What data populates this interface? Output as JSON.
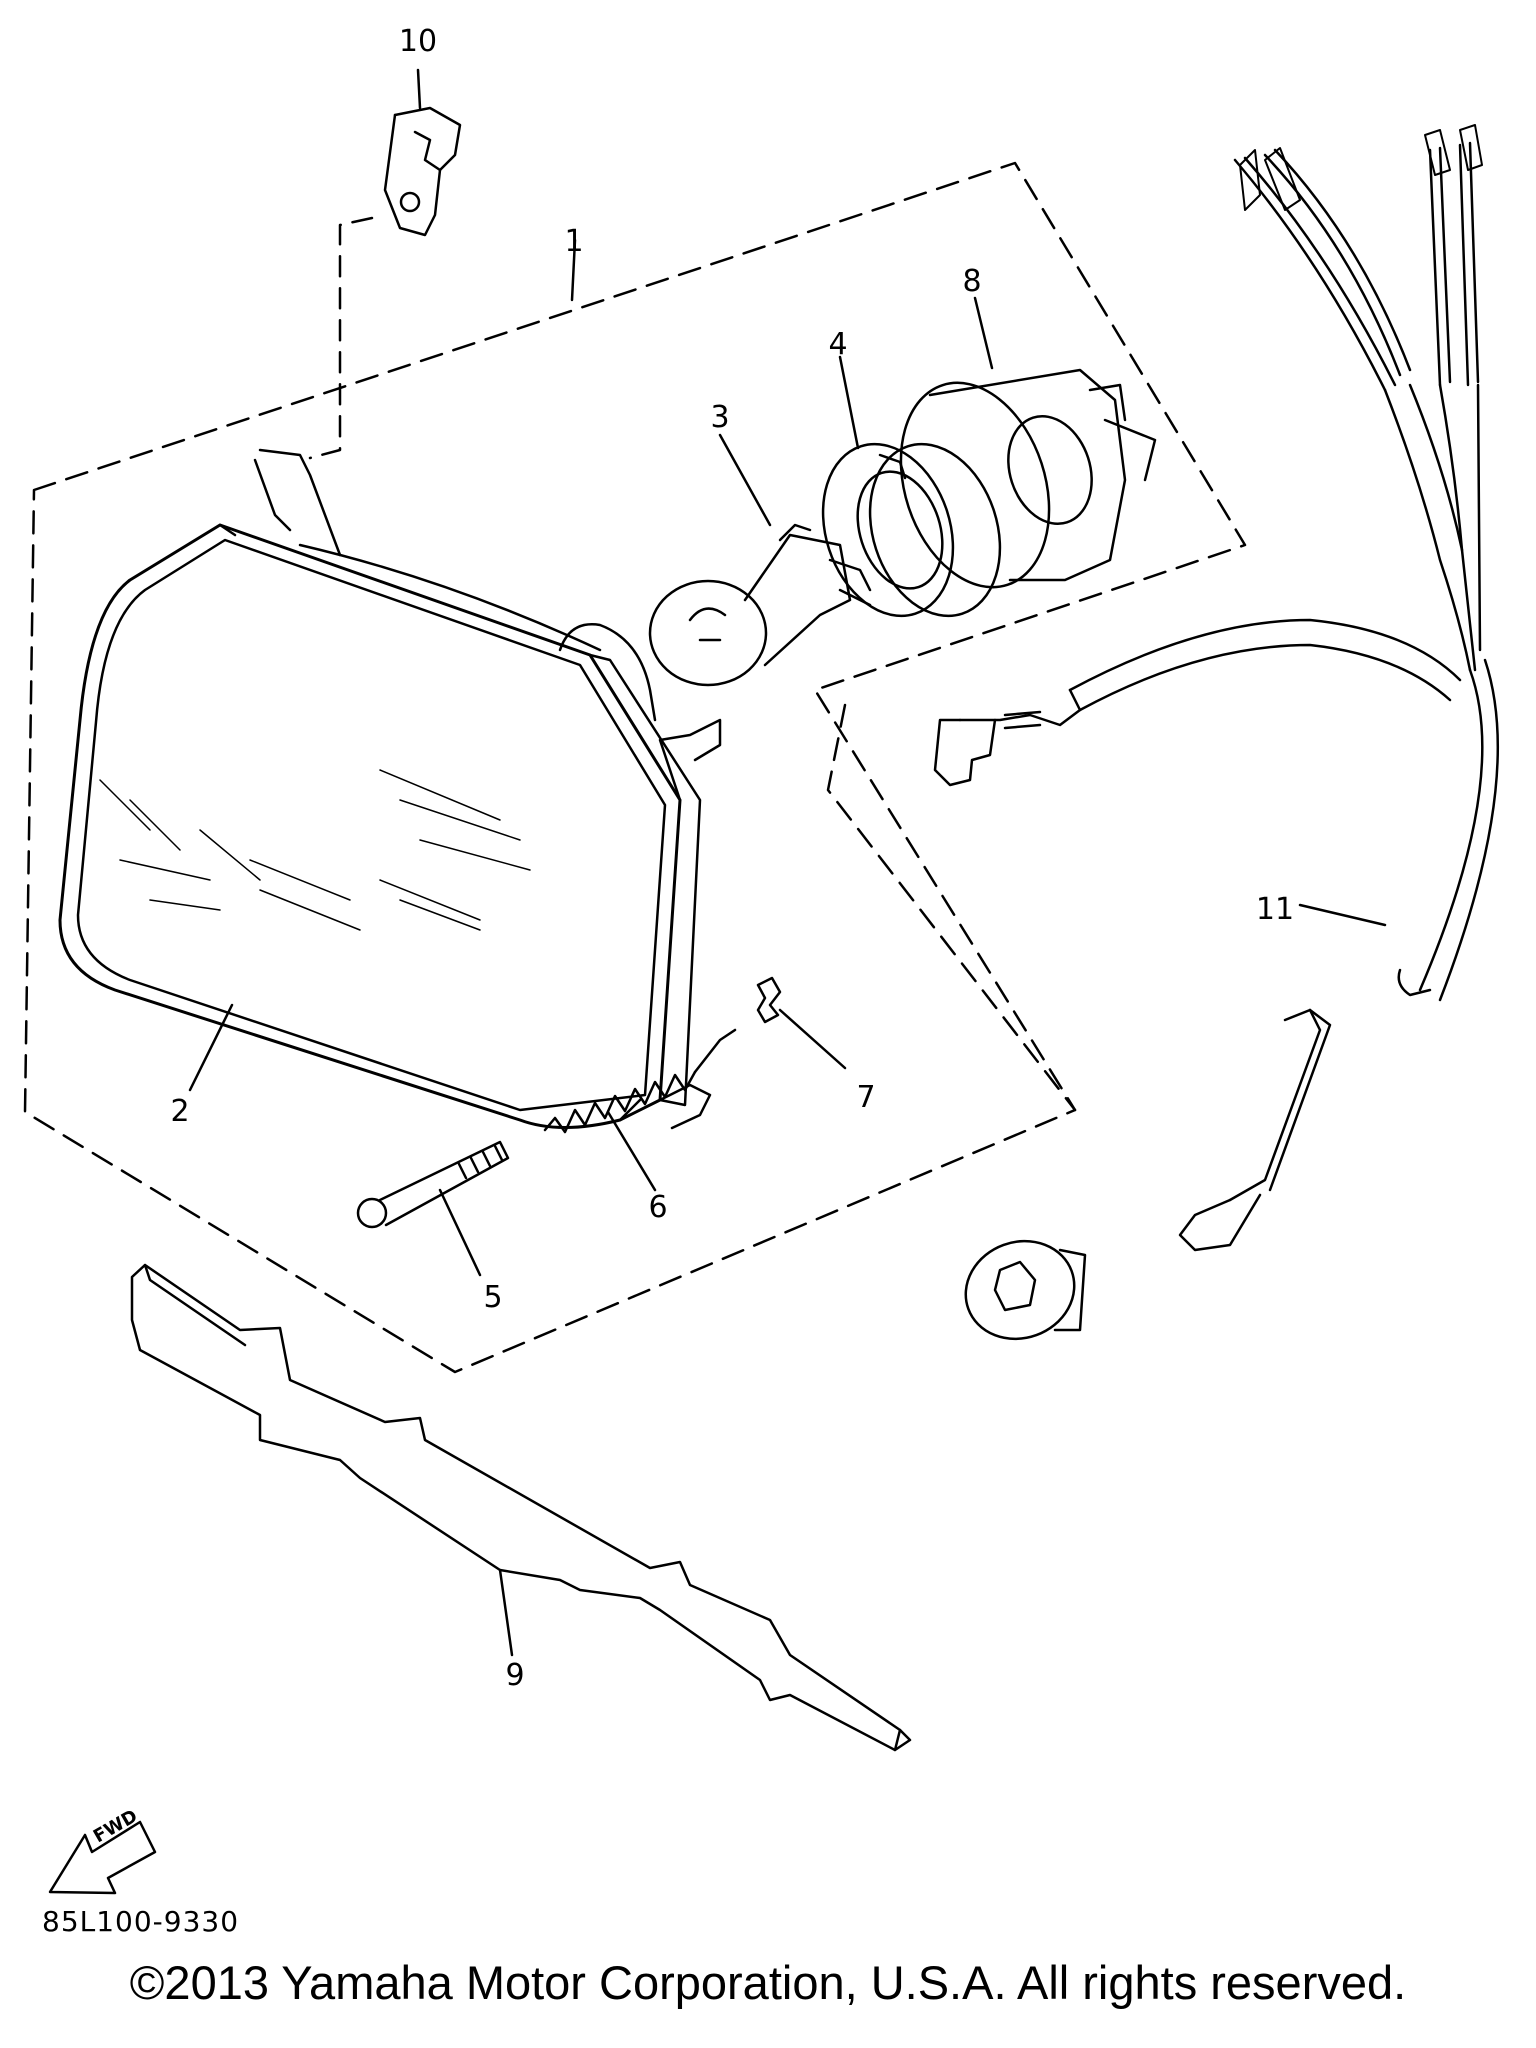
{
  "diagram": {
    "callouts": [
      {
        "id": "1",
        "label": "1"
      },
      {
        "id": "2",
        "label": "2"
      },
      {
        "id": "3",
        "label": "3"
      },
      {
        "id": "4",
        "label": "4"
      },
      {
        "id": "5",
        "label": "5"
      },
      {
        "id": "6",
        "label": "6"
      },
      {
        "id": "7",
        "label": "7"
      },
      {
        "id": "8",
        "label": "8"
      },
      {
        "id": "9",
        "label": "9"
      },
      {
        "id": "10",
        "label": "10"
      },
      {
        "id": "11",
        "label": "11"
      }
    ],
    "fwd_label": "FWD",
    "part_code": "85L100-9330",
    "copyright": "©2013 Yamaha Motor Corporation, U.S.A. All rights reserved."
  },
  "colors": {
    "ink": "#000000",
    "background": "#ffffff"
  }
}
